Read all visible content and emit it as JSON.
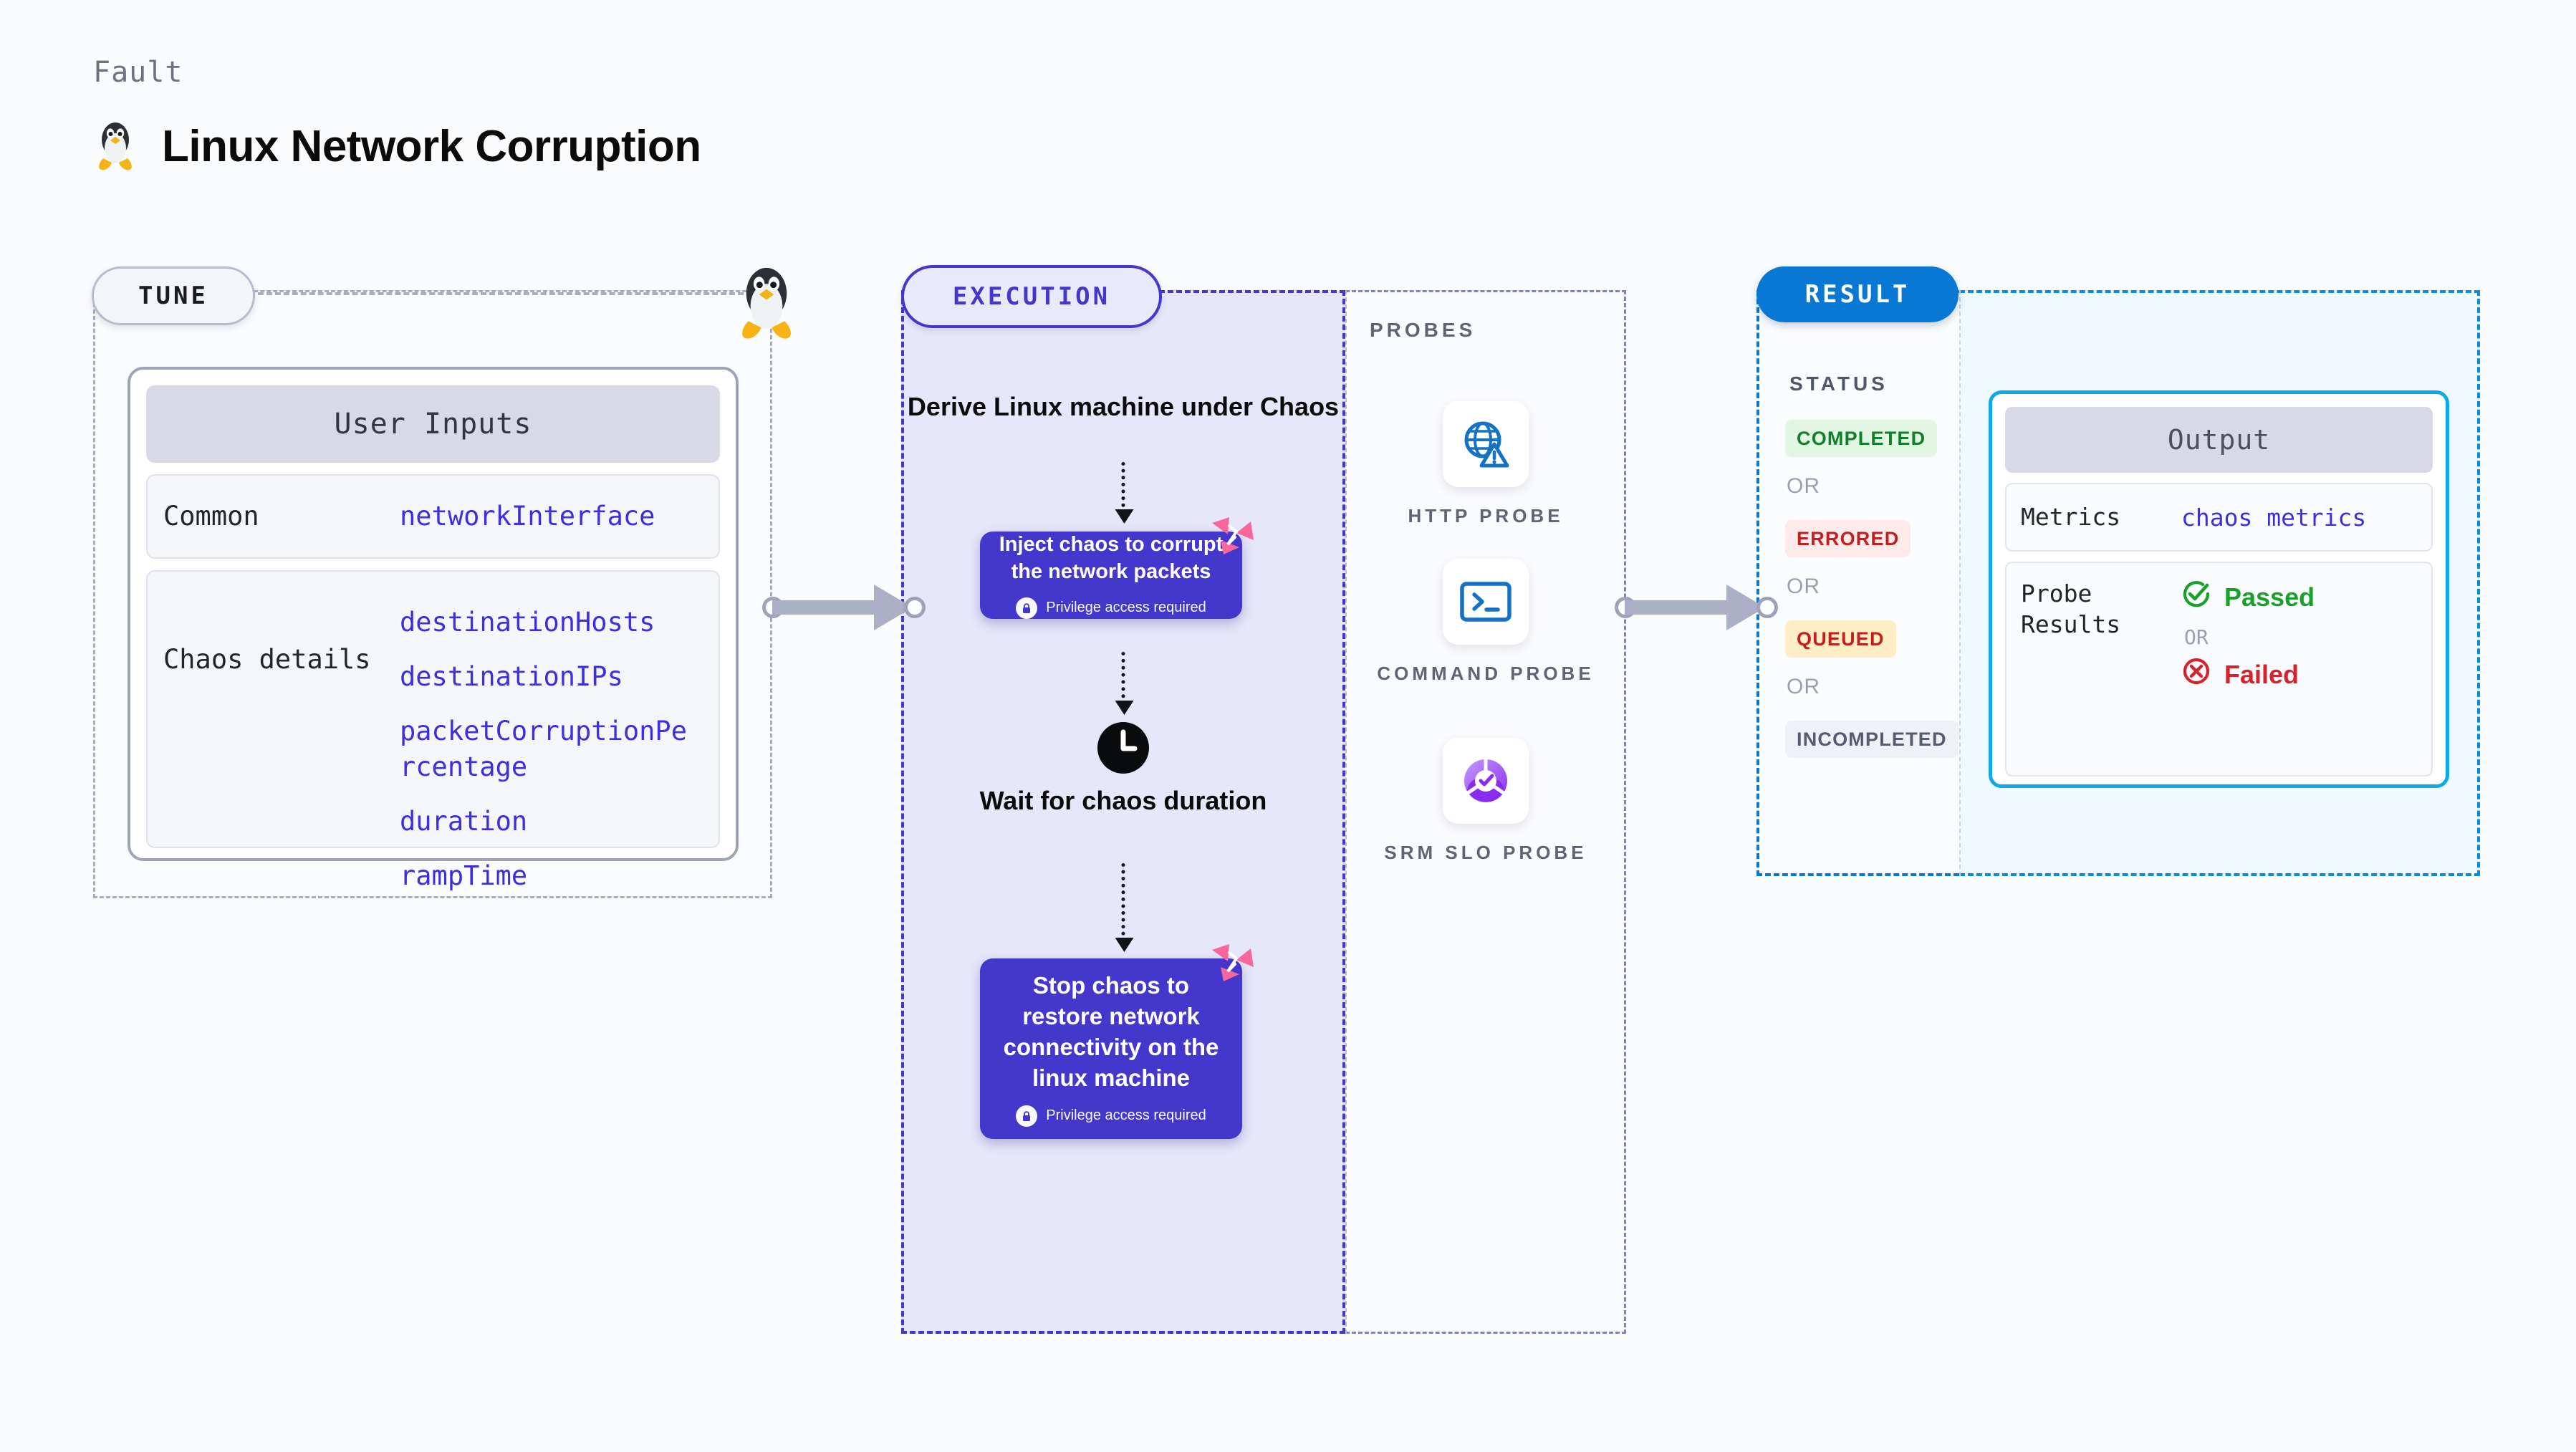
{
  "header": {
    "kicker": "Fault",
    "title": "Linux Network Corruption",
    "icon": "linux-penguin-icon"
  },
  "tune": {
    "chip_label": "TUNE",
    "penguin_icon": "linux-penguin-icon",
    "card": {
      "header": "User Inputs",
      "rows": [
        {
          "key": "Common",
          "values": [
            "networkInterface"
          ]
        },
        {
          "key": "Chaos details",
          "values": [
            "destinationHosts",
            "destinationIPs",
            "packetCorruptionPercentage",
            "duration",
            "rampTime"
          ]
        }
      ]
    }
  },
  "execution": {
    "chip_label": "EXECUTION",
    "steps": [
      {
        "type": "text",
        "label": "Derive Linux machine under Chaos"
      },
      {
        "type": "action",
        "label": "Inject chaos to corrupt the network packets",
        "privilege": "Privilege access required",
        "badge": "harness-logo-icon"
      },
      {
        "type": "wait",
        "label": "Wait for chaos duration",
        "icon": "clock-icon"
      },
      {
        "type": "action",
        "label": "Stop chaos to restore network connectivity on the linux machine",
        "privilege": "Privilege access required",
        "badge": "harness-logo-icon"
      }
    ]
  },
  "probes": {
    "section_label": "PROBES",
    "items": [
      {
        "label": "HTTP PROBE",
        "icon": "globe-warning-icon"
      },
      {
        "label": "COMMAND PROBE",
        "icon": "terminal-prompt-icon"
      },
      {
        "label": "SRM SLO PROBE",
        "icon": "slo-check-donut-icon"
      }
    ]
  },
  "result": {
    "chip_label": "RESULT",
    "status_label": "STATUS",
    "or_label": "OR",
    "statuses": [
      {
        "label": "COMPLETED",
        "bg": "#e3f6e4",
        "fg": "#12802b"
      },
      {
        "label": "ERRORED",
        "bg": "#fdeaea",
        "fg": "#c41f1f"
      },
      {
        "label": "QUEUED",
        "bg": "#fdeec6",
        "fg": "#c41f1f"
      },
      {
        "label": "INCOMPLETED",
        "bg": "#f0f1f6",
        "fg": "#555c70"
      }
    ],
    "output": {
      "header": "Output",
      "metrics_key": "Metrics",
      "metrics_value": "chaos metrics",
      "probe_results_key": "Probe Results",
      "passed_label": "Passed",
      "failed_label": "Failed",
      "or_label": "OR",
      "passed_icon": "check-circle-icon",
      "failed_icon": "x-circle-icon"
    }
  },
  "colors": {
    "page_bg": "#fafbfd",
    "execution_accent": "#4337cc",
    "result_accent": "#0878d4",
    "output_accent": "#0fa9e8",
    "tune_accent": "#a9aebf",
    "mono_value": "#3b2fe0",
    "harness_pink": "#f9669c"
  }
}
